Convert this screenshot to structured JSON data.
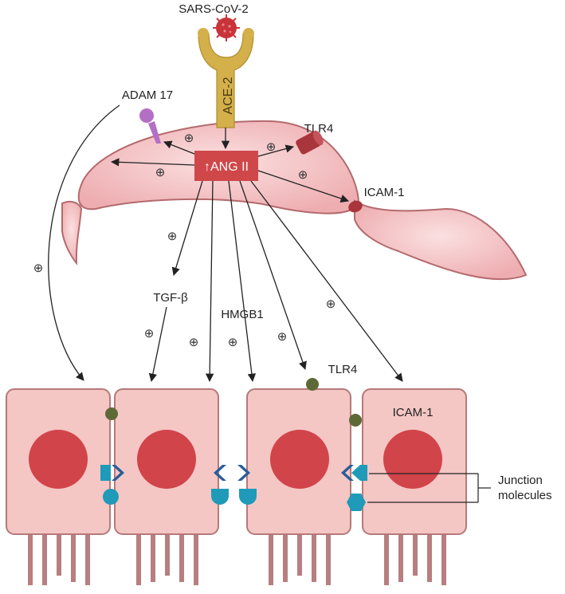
{
  "labels": {
    "virus": "SARS-CoV-2",
    "ace2": "ACE-2",
    "angii": "↑ANG II",
    "adam17": "ADAM 17",
    "tlr4_top": "TLR4",
    "icam1_top": "ICAM-1",
    "tgfb": "TGF-β",
    "hmgb1": "HMGB1",
    "tlr4_cell": "TLR4",
    "icam1_cell": "ICAM-1",
    "junction_line1": "Junction",
    "junction_line2": "molecules"
  },
  "plus_symbol": "⊕",
  "colors": {
    "vessel_fill": "#f4c4c6",
    "vessel_stroke": "#b46a6e",
    "angii_box": "#d0474a",
    "ace2_receptor": "#d4b04a",
    "virus": "#c8343a",
    "adam17": "#b46fc4",
    "tlr4": "#a8363c",
    "cell_fill": "#f4c6c4",
    "cell_stroke": "#b57a7a",
    "nucleus": "#d1444a",
    "microvilli": "#b87e80",
    "junction_marker": "#1f9ab8",
    "junction_chevron": "#2a5d9a",
    "tlr4_dot": "#5e6a35",
    "arrow": "#222222"
  }
}
